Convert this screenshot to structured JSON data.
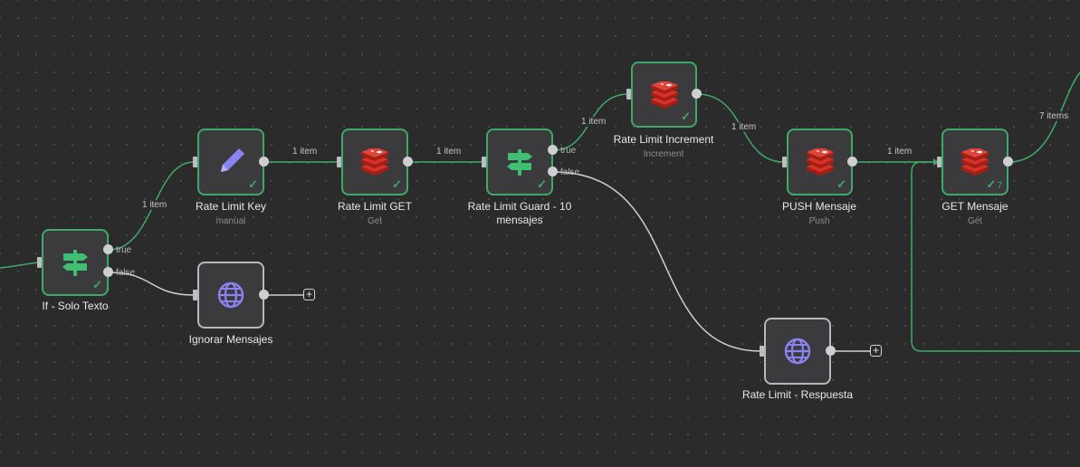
{
  "nodes": {
    "if_solo_texto": {
      "title": "If - Solo Texto"
    },
    "ignorar_mensajes": {
      "title": "Ignorar Mensajes"
    },
    "rate_limit_key": {
      "title": "Rate Limit Key",
      "subtitle": "manual"
    },
    "rate_limit_get": {
      "title": "Rate Limit GET",
      "subtitle": "Get"
    },
    "rate_limit_guard": {
      "title": "Rate Limit Guard - 10 mensajes"
    },
    "rate_limit_increment": {
      "title": "Rate Limit Increment",
      "subtitle": "Increment"
    },
    "push_mensaje": {
      "title": "PUSH Mensaje",
      "subtitle": "Push"
    },
    "get_mensaje": {
      "title": "GET Mensaje",
      "subtitle": "Get",
      "item_count": "7"
    },
    "rate_limit_respuesta": {
      "title": "Rate Limit - Respuesta"
    }
  },
  "edges": {
    "if_true_label": "1 item",
    "key_to_get_label": "1 item",
    "get_to_guard_label": "1 item",
    "guard_true_label": "1 item",
    "increment_to_push_label": "1 item",
    "push_to_get_label": "1 item",
    "get_mensaje_out_label": "7 items"
  },
  "branches": {
    "true_label": "true",
    "false_label": "false"
  },
  "add_button_symbol": "+",
  "check_symbol": "✓",
  "colors": {
    "canvas": "#2b2b2c",
    "success_border": "#3fa96a",
    "idle_border": "#b8b8bc",
    "edge_success": "#3fa96a",
    "edge_idle": "#cfcfd3",
    "redis_red": "#d6322a",
    "pencil_purple": "#8c83f2",
    "globe_purple": "#8c83f2",
    "if_green": "#3fbf74"
  },
  "icons": {
    "if_node": "signpost-icon",
    "set_node": "pencil-icon",
    "redis_node": "redis-icon",
    "http_node": "globe-icon"
  }
}
